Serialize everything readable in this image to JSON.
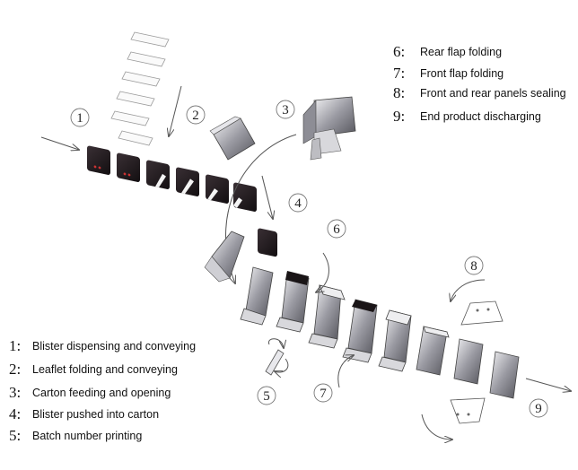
{
  "legend_left": [
    {
      "num": "1:",
      "text": "Blister dispensing and conveying"
    },
    {
      "num": "2:",
      "text": "Leaflet folding and conveying"
    },
    {
      "num": "3:",
      "text": "Carton feeding and opening"
    },
    {
      "num": "4:",
      "text": "Blister pushed into carton"
    },
    {
      "num": "5:",
      "text": "Batch number printing"
    }
  ],
  "legend_right": [
    {
      "num": "6:",
      "text": "Rear flap folding"
    },
    {
      "num": "7:",
      "text": "Front flap folding"
    },
    {
      "num": "8:",
      "text": "Front and rear panels sealing"
    },
    {
      "num": "9:",
      "text": "End product discharging"
    }
  ],
  "step_labels": [
    "1",
    "2",
    "3",
    "4",
    "5",
    "6",
    "7",
    "8",
    "9"
  ],
  "colors": {
    "dark": "#1c1618",
    "mid": "#6f6f75",
    "light": "#c9c9cf",
    "line": "#555555"
  }
}
